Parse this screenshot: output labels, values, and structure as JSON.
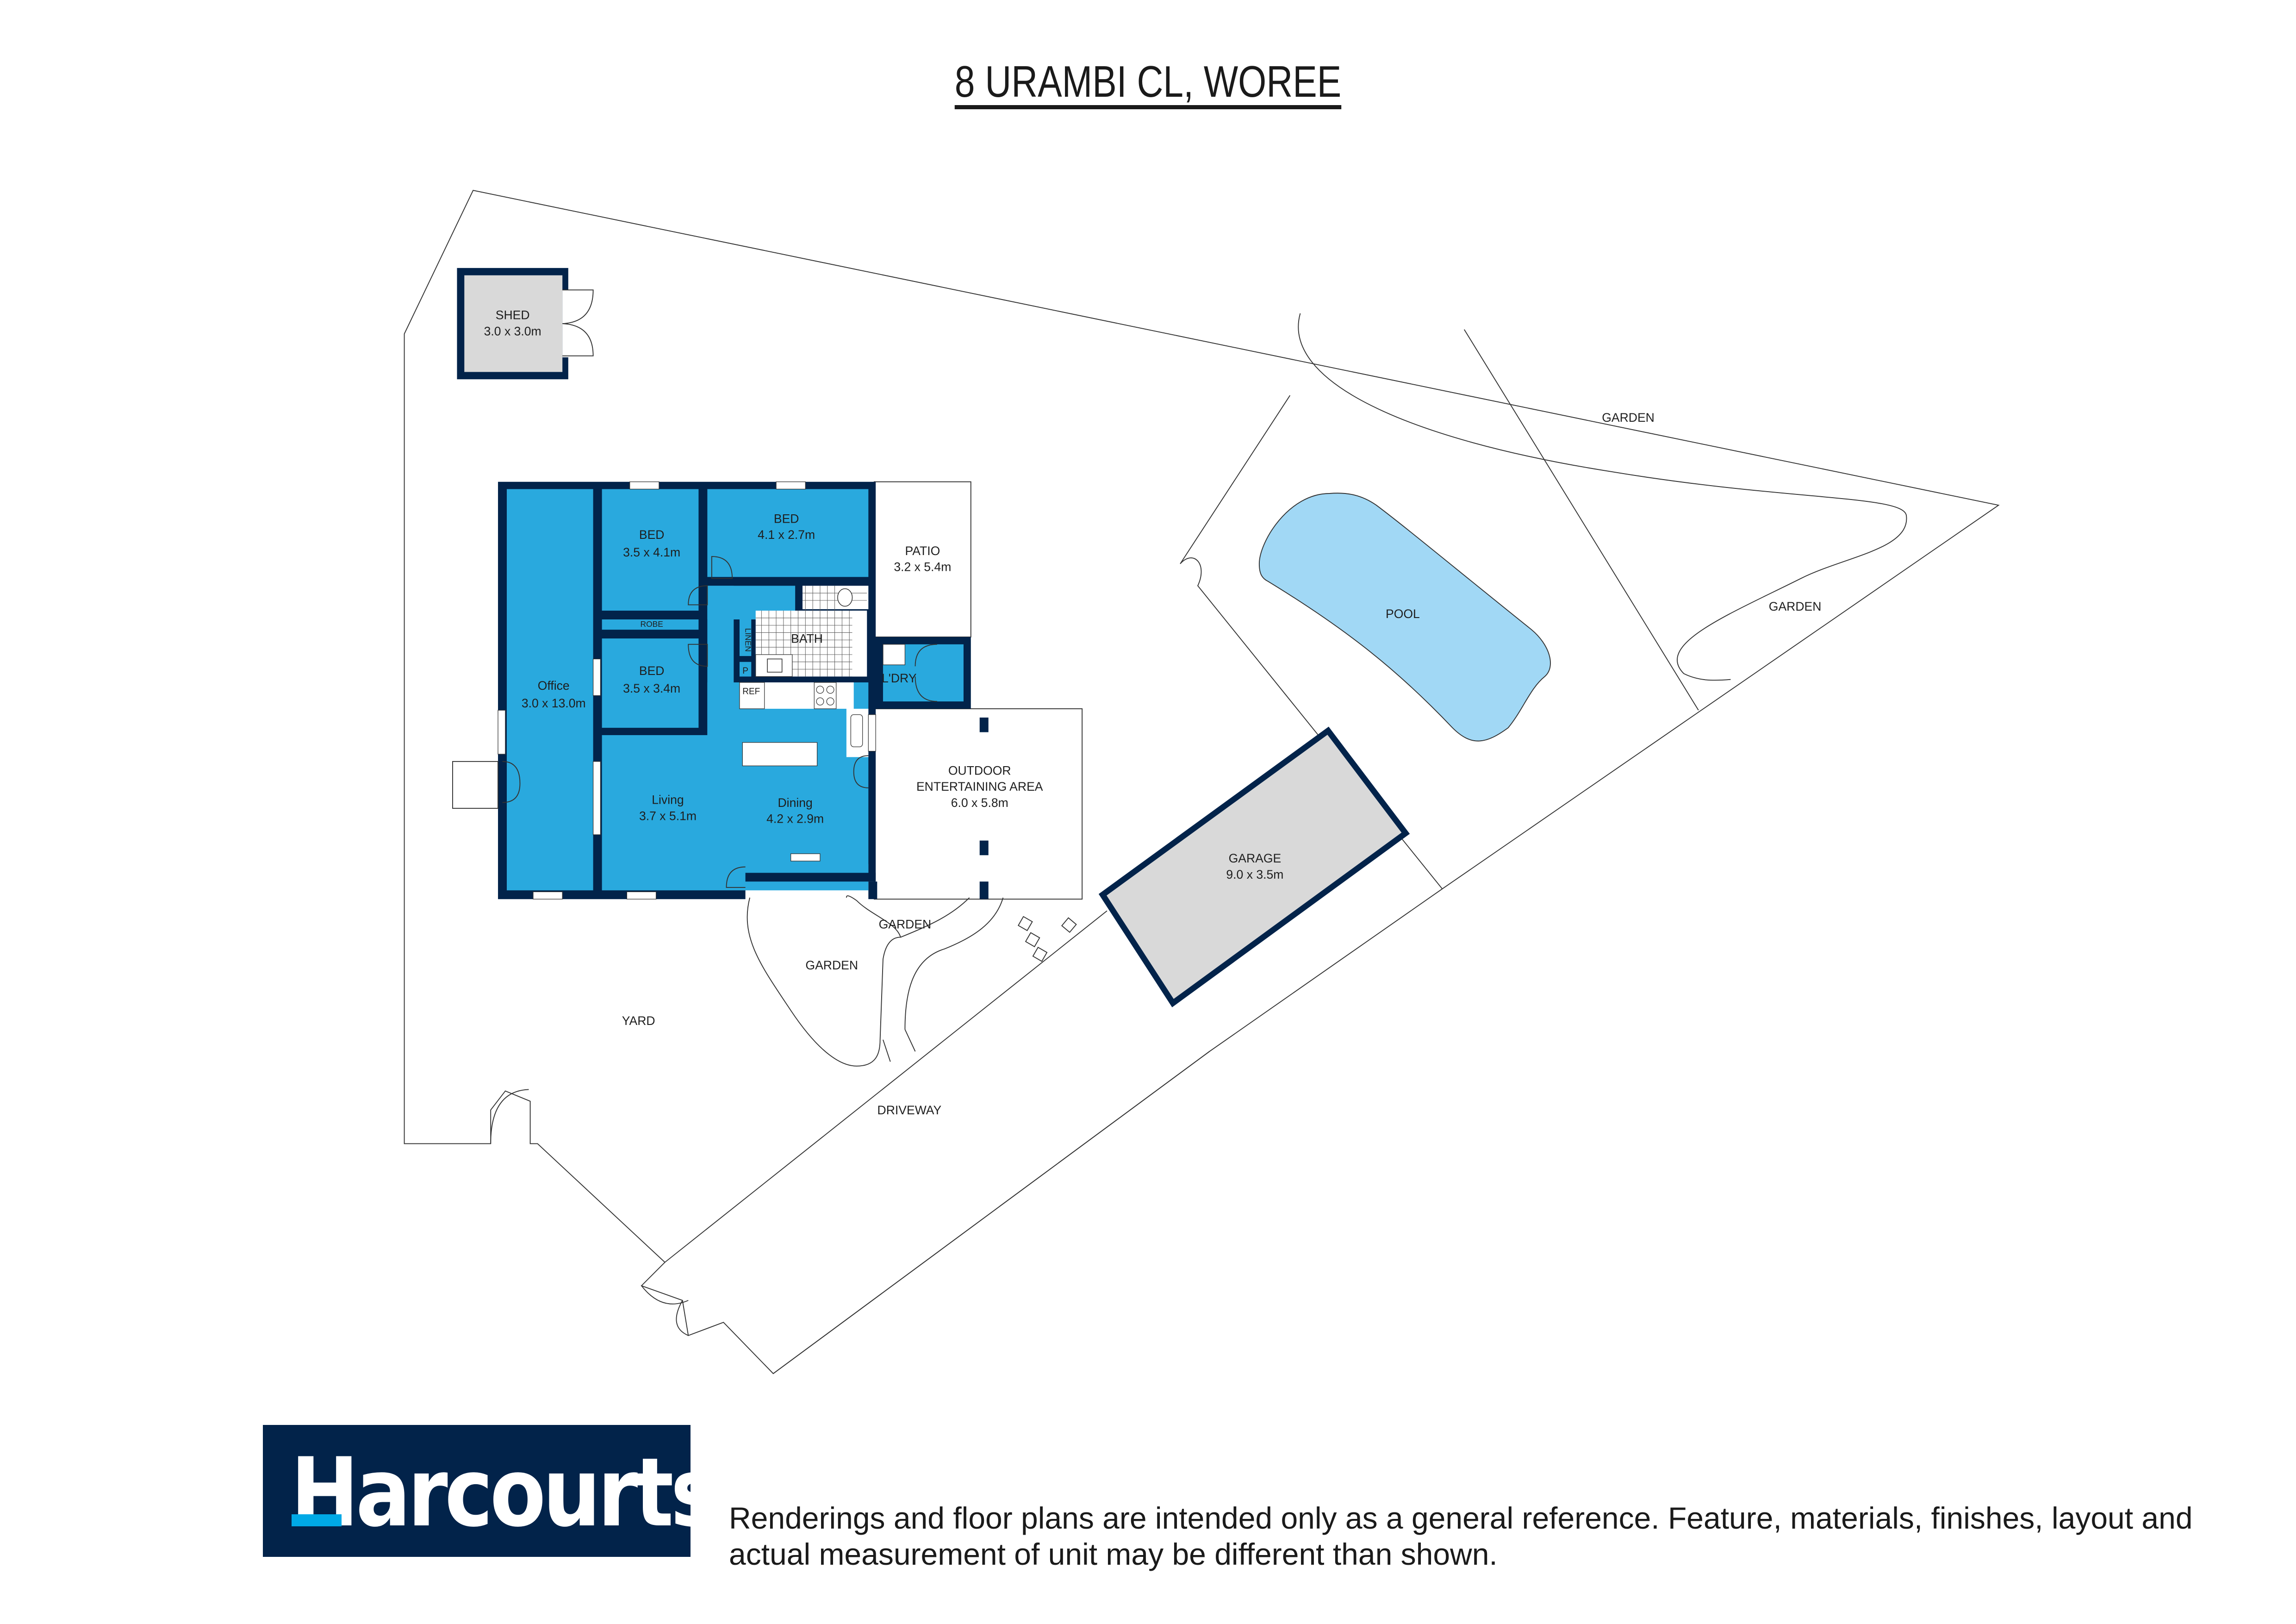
{
  "title": "8 URAMBI CL, WOREE",
  "rooms": {
    "shed": {
      "name": "SHED",
      "size": "3.0 x 3.0m"
    },
    "bed1": {
      "name": "BED",
      "size": "3.5 x 4.1m"
    },
    "bed2": {
      "name": "BED",
      "size": "4.1 x 2.7m"
    },
    "bed3": {
      "name": "BED",
      "size": "3.5 x 3.4m"
    },
    "office": {
      "name": "Office",
      "size": "3.0 x 13.0m"
    },
    "patio": {
      "name": "PATIO",
      "size": "3.2 x 5.4m"
    },
    "robe": {
      "name": "ROBE"
    },
    "linen": {
      "name": "LINEN"
    },
    "bath": {
      "name": "BATH"
    },
    "pantry": {
      "name": "P"
    },
    "ref": {
      "name": "REF"
    },
    "laundry": {
      "name": "L'DRY"
    },
    "living": {
      "name": "Living",
      "size": "3.7 x 5.1m"
    },
    "dining": {
      "name": "Dining",
      "size": "4.2 x 2.9m"
    },
    "outdoor": {
      "name_line1": "OUTDOOR",
      "name_line2": "ENTERTAINING AREA",
      "size": "6.0 x 5.8m"
    },
    "garage": {
      "name": "GARAGE",
      "size": "9.0 x 3.5m"
    },
    "pool": {
      "name": "POOL"
    }
  },
  "outdoor_labels": {
    "garden_top": "GARDEN",
    "garden_right": "GARDEN",
    "garden_front_small": "GARDEN",
    "garden_front_large": "GARDEN",
    "yard": "YARD",
    "driveway": "DRIVEWAY"
  },
  "brand": {
    "name": "Harcourts",
    "primary_color": "#02234a",
    "accent_color": "#00a9e6"
  },
  "colors": {
    "room_fill": "#29a9de",
    "wall": "#02234a",
    "outbuilding_fill": "#d9d9d9",
    "pool_fill": "#a1d8f5"
  },
  "disclaimer": "Renderings and floor plans are intended only as a general reference. Feature, materials, finishes, layout and actual measurement of unit may be different than shown."
}
